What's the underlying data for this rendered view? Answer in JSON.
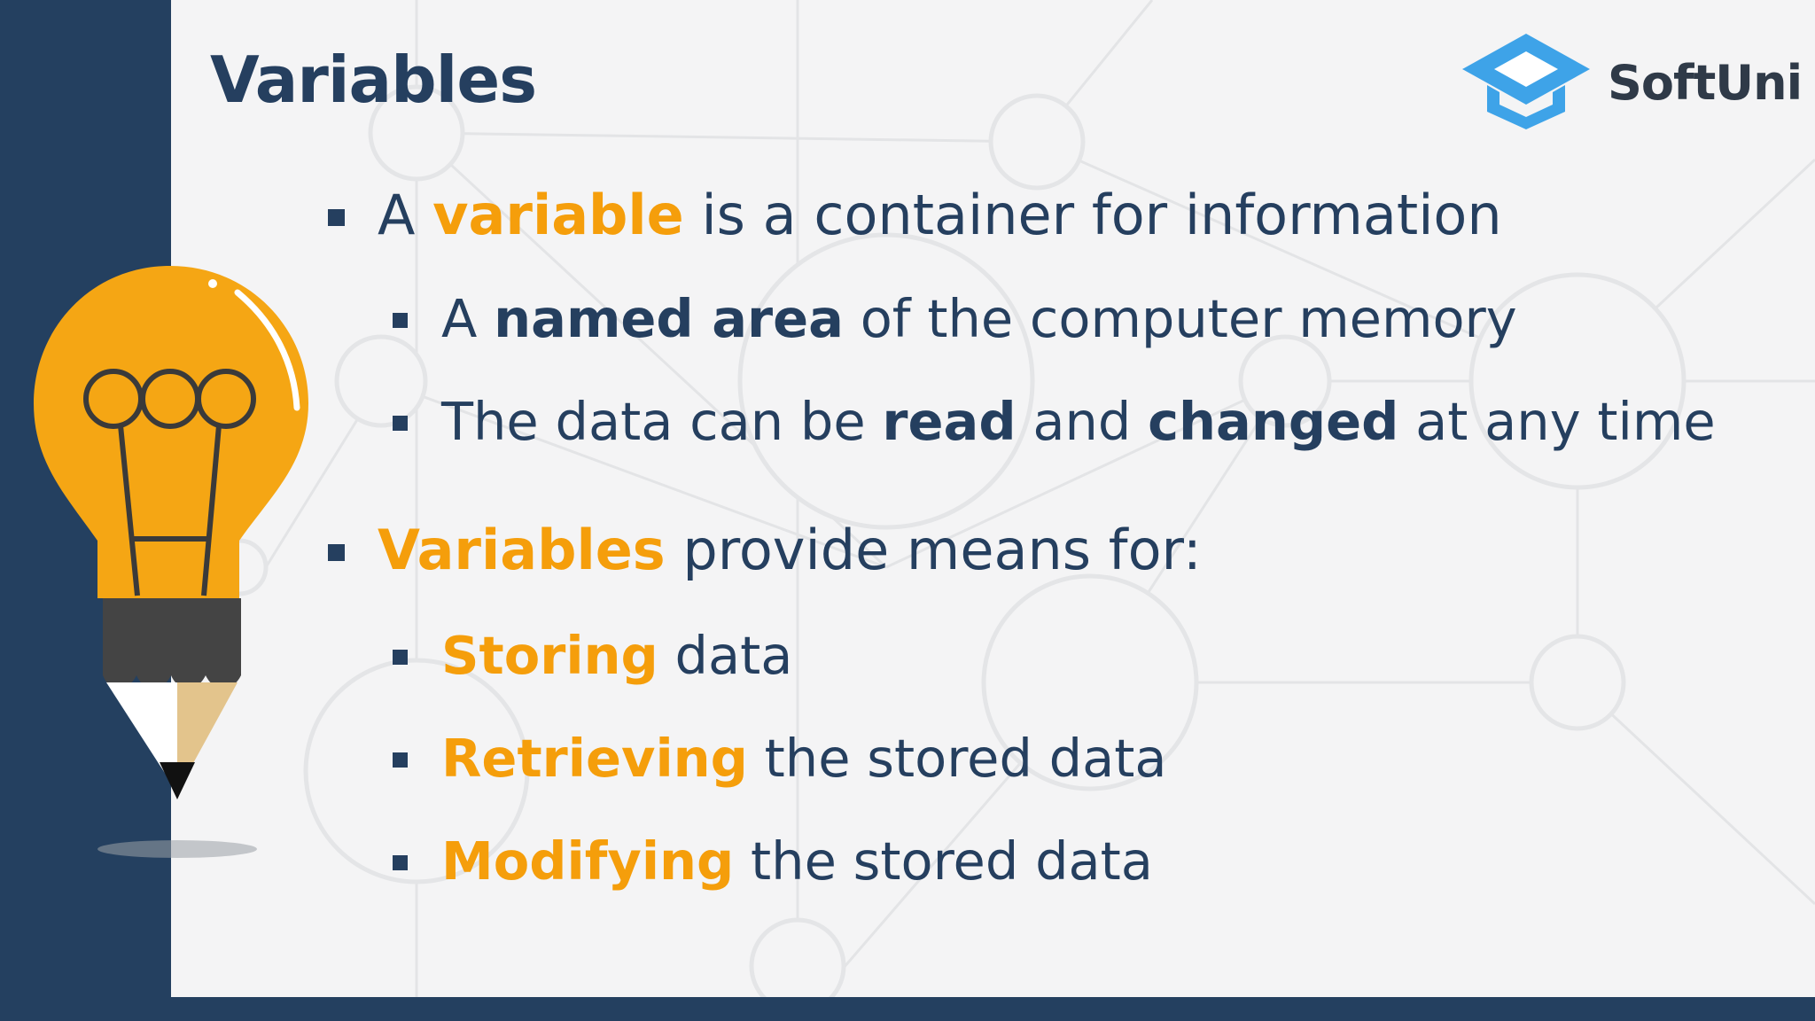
{
  "slide": {
    "title": "Variables",
    "logo_text": "SoftUni",
    "colors": {
      "navy": "#244060",
      "orange": "#f59e0b",
      "logo_blue": "#3ea3e8"
    },
    "icons": [
      "lightbulb-pencil-icon",
      "graduation-cap-icon"
    ]
  },
  "bullets": {
    "b1": {
      "p1": "A ",
      "hl": "variable",
      "p2": " is a container for information"
    },
    "b1_1": {
      "p1": "A ",
      "bold": "named area",
      "p2": " of the computer memory"
    },
    "b1_2": {
      "p1": "The data can be ",
      "bold1": "read",
      "p2": " and ",
      "bold2": "changed",
      "p3": " at any time"
    },
    "b2": {
      "hl": "Variables",
      "p1": " provide means for:"
    },
    "b2_1": {
      "hl": "Storing",
      "p1": " data"
    },
    "b2_2": {
      "hl": "Retrieving",
      "p1": " the stored data"
    },
    "b2_3": {
      "hl": "Modifying",
      "p1": " the stored data"
    }
  }
}
